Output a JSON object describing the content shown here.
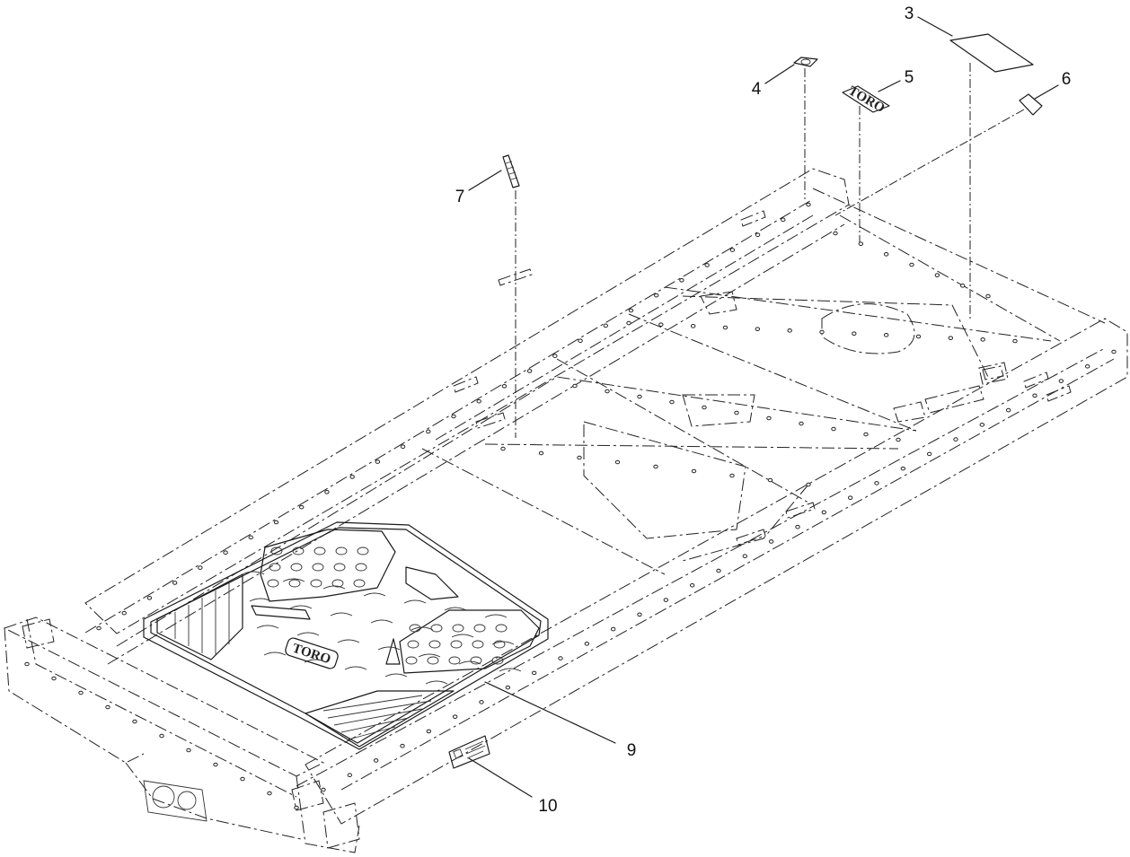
{
  "callouts": [
    {
      "id": "c3",
      "number": "3"
    },
    {
      "id": "c4",
      "number": "4"
    },
    {
      "id": "c5",
      "number": "5"
    },
    {
      "id": "c6",
      "number": "6"
    },
    {
      "id": "c7",
      "number": "7"
    },
    {
      "id": "c9",
      "number": "9"
    },
    {
      "id": "c10",
      "number": "10"
    }
  ],
  "floor_mat_logo": "TORO",
  "decal_logo": "TORO",
  "colors": {
    "line": "#1a1a1a",
    "background": "#ffffff"
  }
}
